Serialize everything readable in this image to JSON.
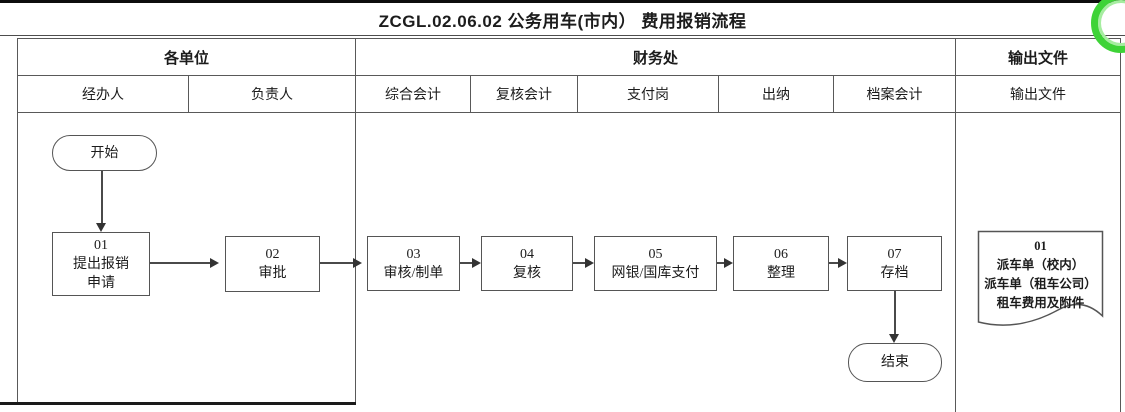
{
  "title": "ZCGL.02.06.02 公务用车(市内） 费用报销流程",
  "header": {
    "groups": [
      {
        "label": "各单位"
      },
      {
        "label": "财务处"
      },
      {
        "label": "输出文件"
      }
    ],
    "columns": [
      {
        "label": "经办人"
      },
      {
        "label": "负责人"
      },
      {
        "label": "综合会计"
      },
      {
        "label": "复核会计"
      },
      {
        "label": "支付岗"
      },
      {
        "label": "出纳"
      },
      {
        "label": "档案会计"
      },
      {
        "label": "输出文件"
      }
    ]
  },
  "flow": {
    "start_label": "开始",
    "end_label": "结束",
    "steps": [
      {
        "id": "01",
        "lines": [
          "提出报销",
          "申请"
        ]
      },
      {
        "id": "02",
        "lines": [
          "审批"
        ]
      },
      {
        "id": "03",
        "lines": [
          "审核/制单"
        ]
      },
      {
        "id": "04",
        "lines": [
          "复核"
        ]
      },
      {
        "id": "05",
        "lines": [
          "网银/国库支付"
        ]
      },
      {
        "id": "06",
        "lines": [
          "整理"
        ]
      },
      {
        "id": "07",
        "lines": [
          "存档"
        ]
      }
    ]
  },
  "output_document": {
    "id": "01",
    "lines": [
      "派车单（校内）",
      "派车单（租车公司）",
      "租车费用及附件"
    ]
  },
  "colors": {
    "line": "#595959",
    "accent_green": "#3ed337"
  }
}
